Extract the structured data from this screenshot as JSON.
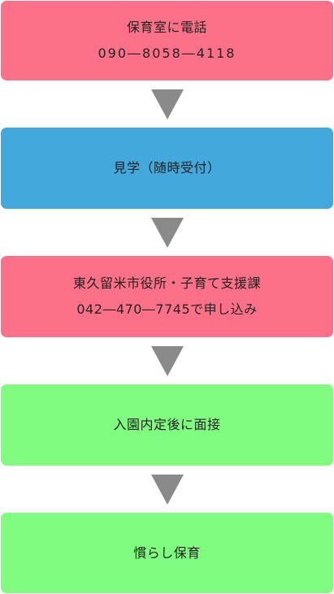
{
  "steps": [
    {
      "line1": "保育室に電話",
      "line2": "090―8058―4118",
      "color": "#fd7188"
    },
    {
      "line1": "見学（随時受付）",
      "color": "#43a8dc"
    },
    {
      "line1": "東久留米市役所・子育て支援課",
      "line2": "042―470―7745で申し込み",
      "color": "#fd7188"
    },
    {
      "line1": "入園内定後に面接",
      "color": "#80fd80"
    },
    {
      "line1": "慣らし保育",
      "color": "#80fd80"
    }
  ],
  "arrow_color": "#8a8a8a",
  "arrow_icon": "down-triangle-icon"
}
